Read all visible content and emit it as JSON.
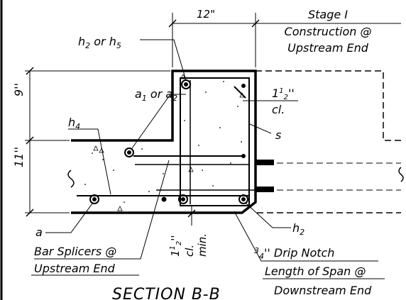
{
  "diagram": {
    "title": "SECTION B-B",
    "dimensions": {
      "width_12": "12\"",
      "height_9": "9''",
      "height_11": "11''",
      "cover_top_num": "1",
      "cover_top_sup": "1",
      "cover_top_sub": "2",
      "cover_top_quote": "''",
      "cover_top_cl": "cl.",
      "cover_bot_num": "1",
      "cover_bot_sup": "1",
      "cover_bot_sub": "2",
      "cover_bot_quote": "''",
      "cover_bot_cl": "cl.",
      "cover_bot_min": "min."
    },
    "labels": {
      "h2_or_h5": [
        "h",
        "2",
        " or ",
        "h",
        "5"
      ],
      "a1_or_a2": [
        "a",
        "1",
        " or ",
        "a",
        "2"
      ],
      "h4": [
        "h",
        "4"
      ],
      "s": "s",
      "a": "a",
      "h2": [
        "h",
        "2"
      ],
      "bar_splicers": [
        "Bar Splicers @",
        "Upstream End"
      ],
      "stage": [
        "Stage I",
        "Construction @",
        "Upstream End"
      ],
      "drip_notch": [
        "3",
        "4",
        "'' Drip Notch"
      ],
      "length_of_span": [
        "Length of Span @",
        "Downstream End"
      ]
    }
  }
}
